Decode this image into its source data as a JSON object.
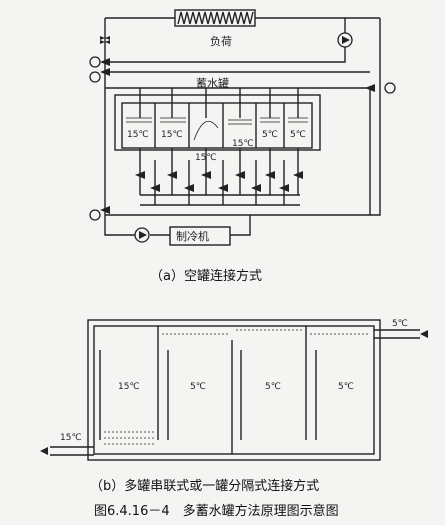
{
  "diagram_a": {
    "load_label": "负荷",
    "tank_label": "蓄水罐",
    "chiller_label": "制冷机",
    "compartments": [
      "15℃",
      "15℃",
      "",
      "",
      "5℃",
      "5℃"
    ],
    "mid_label": "15℃",
    "mid_label2": "15℃",
    "caption": "（a）空罐连接方式"
  },
  "diagram_b": {
    "inlet_label": "5℃",
    "outlet_label": "15℃",
    "compartments": [
      "15℃",
      "5℃",
      "5℃",
      "5℃"
    ],
    "caption": "（b）多罐串联式或一罐分隔式连接方式"
  },
  "figure_title": "图6.4.16－4　多蓄水罐方法原理图示意图"
}
